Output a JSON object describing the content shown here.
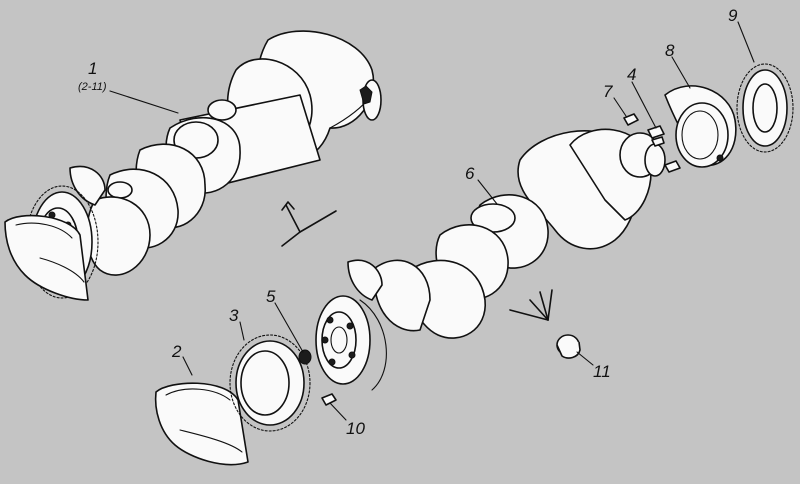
{
  "callouts": [
    {
      "id": "1",
      "label": "1",
      "sub": "(2-11)"
    },
    {
      "id": "2",
      "label": "2"
    },
    {
      "id": "3",
      "label": "3"
    },
    {
      "id": "4",
      "label": "4"
    },
    {
      "id": "5",
      "label": "5"
    },
    {
      "id": "6",
      "label": "6"
    },
    {
      "id": "7",
      "label": "7"
    },
    {
      "id": "8",
      "label": "8"
    },
    {
      "id": "9",
      "label": "9"
    },
    {
      "id": "10",
      "label": "10"
    },
    {
      "id": "11",
      "label": "11"
    }
  ]
}
